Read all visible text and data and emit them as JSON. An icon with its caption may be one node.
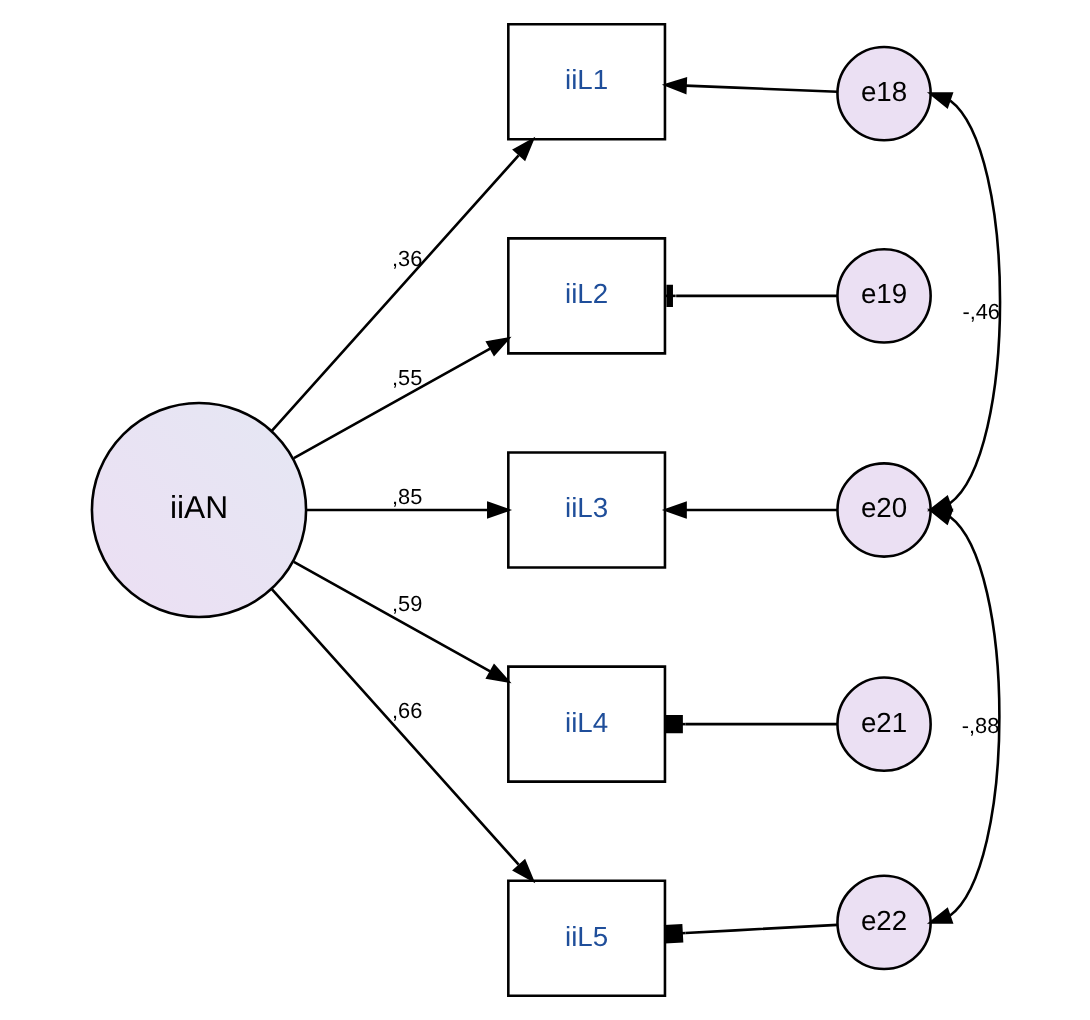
{
  "diagram": {
    "nodes": [
      {
        "text": [
          "iiAN"
        ]
      },
      {
        "text": [
          "iiL1"
        ]
      },
      {
        "text": [
          "iiL2"
        ]
      },
      {
        "text": [
          "iiL3"
        ]
      },
      {
        "text": [
          "iiL4"
        ]
      },
      {
        "text": [
          "iiL5"
        ]
      },
      {
        "text": [
          "e18"
        ]
      },
      {
        "text": [
          "e19"
        ]
      },
      {
        "text": [
          "e20"
        ]
      },
      {
        "text": [
          "e21"
        ]
      },
      {
        "text": [
          "e22"
        ]
      }
    ],
    "edges": [
      {
        "from": 0,
        "to": 1,
        "arrow": "to",
        "label": ",36"
      },
      {
        "from": 0,
        "to": 2,
        "arrow": "to",
        "label": ",55"
      },
      {
        "from": 0,
        "to": 3,
        "arrow": "to",
        "label": ",85"
      },
      {
        "from": 0,
        "to": 4,
        "arrow": "to",
        "label": ",59"
      },
      {
        "from": 0,
        "to": 5,
        "arrow": "to",
        "label": ",66"
      },
      {
        "from": 6,
        "to": 1,
        "arrow": "to"
      },
      {
        "from": 7,
        "to": 2,
        "arrow": "other"
      },
      {
        "from": 8,
        "to": 3,
        "arrow": "to"
      },
      {
        "from": 9,
        "to": 4,
        "arrow": "other"
      },
      {
        "from": 10,
        "to": 5,
        "arrow": "other"
      },
      {
        "from": 6,
        "to": 8,
        "arrow": "both",
        "label": "-,46"
      },
      {
        "from": 8,
        "to": 10,
        "arrow": "both",
        "label": "-,88"
      }
    ]
  }
}
